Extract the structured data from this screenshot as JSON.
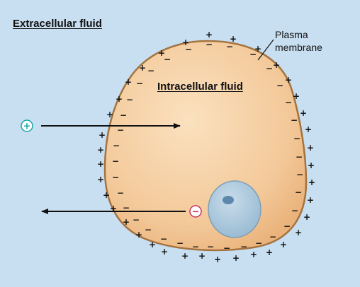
{
  "labels": {
    "extracellular": "Extracellular fluid",
    "intracellular": "Intracellular fluid",
    "membrane_line1": "Plasma",
    "membrane_line2": "membrane"
  },
  "ions": {
    "cation_symbol": "+",
    "anion_symbol": "−"
  },
  "colors": {
    "background": "#c8dff1",
    "cytoplasm": "#f3c99a",
    "membrane": "#a4733f",
    "nucleus": "#a7c6dc",
    "nucleolus": "#5f86ab",
    "cation_ring": "#1aa6a6",
    "anion_ring": "#c8345a"
  }
}
